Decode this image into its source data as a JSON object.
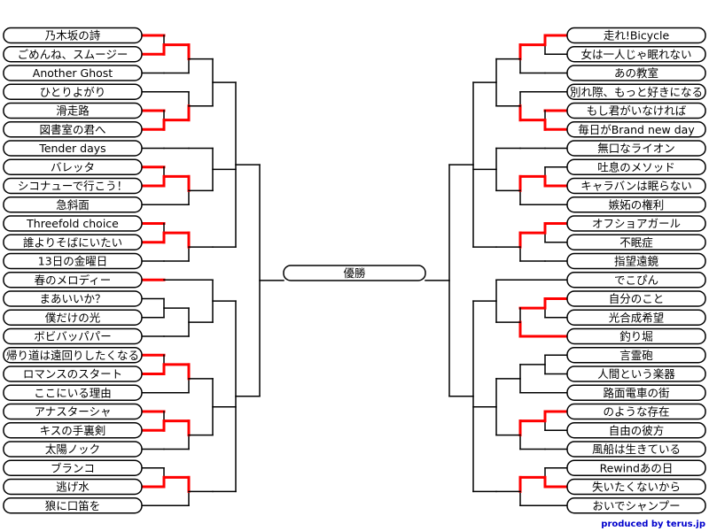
{
  "colors": {
    "winner_line": "#ff0000",
    "line": "#000000",
    "box_border": "#000000",
    "box_fill": "#ffffff",
    "credit": "#0000cc"
  },
  "final_label": "優勝",
  "credit": "produced by terus.jp",
  "left": [
    {
      "name": "乃木坂の詩",
      "win": [
        1
      ]
    },
    {
      "name": "ごめんね、スムージー",
      "win": [
        1,
        2
      ]
    },
    {
      "name": "Another Ghost",
      "win": []
    },
    {
      "name": "ひとりよがり",
      "win": []
    },
    {
      "name": "滑走路",
      "win": [
        1,
        2
      ]
    },
    {
      "name": "図書室の君へ",
      "win": [
        1
      ]
    },
    {
      "name": "Tender days",
      "win": []
    },
    {
      "name": "バレッタ",
      "win": [
        1,
        2
      ]
    },
    {
      "name": "シコナューで行こう！",
      "win": [
        1
      ]
    },
    {
      "name": "急斜面",
      "win": []
    },
    {
      "name": "Threefold choice",
      "win": [
        1
      ]
    },
    {
      "name": "誰よりそばにいたい",
      "win": [
        1,
        2
      ]
    },
    {
      "name": "13日の金曜日",
      "win": []
    },
    {
      "name": "春のメロディー",
      "win": [
        1
      ]
    },
    {
      "name": "まあいいか？",
      "win": []
    },
    {
      "name": "僕だけの光",
      "win": []
    },
    {
      "name": "ボビバッパパー",
      "win": []
    },
    {
      "name": "帰り道は遠回りしたくなる",
      "win": [
        1,
        2
      ]
    },
    {
      "name": "ロマンスのスタート",
      "win": [
        1
      ]
    },
    {
      "name": "ここにいる理由",
      "win": []
    },
    {
      "name": "アナスターシャ",
      "win": [
        1
      ]
    },
    {
      "name": "キスの手裏剣",
      "win": [
        1,
        2
      ]
    },
    {
      "name": "太陽ノック",
      "win": []
    },
    {
      "name": "ブランコ",
      "win": []
    },
    {
      "name": "逃げ水",
      "win": [
        1,
        2
      ]
    },
    {
      "name": "狼に口笛を",
      "win": []
    }
  ],
  "right": [
    {
      "name": "走れ!Bicycle",
      "win": [
        1,
        2
      ]
    },
    {
      "name": "女は一人じゃ眠れない",
      "win": []
    },
    {
      "name": "あの教室",
      "win": []
    },
    {
      "name": "別れ際、もっと好きになる",
      "win": []
    },
    {
      "name": "もし君がいなければ",
      "win": [
        1,
        2
      ]
    },
    {
      "name": "毎日がBrand new day",
      "win": [
        1
      ]
    },
    {
      "name": "無口なライオン",
      "win": []
    },
    {
      "name": "吐息のメソッド",
      "win": []
    },
    {
      "name": "キャラバンは眠らない",
      "win": [
        1,
        2
      ]
    },
    {
      "name": "嫉妬の権利",
      "win": []
    },
    {
      "name": "オフショアガール",
      "win": [
        1,
        2
      ]
    },
    {
      "name": "不眠症",
      "win": []
    },
    {
      "name": "指望遠鏡",
      "win": []
    },
    {
      "name": "でこぴん",
      "win": []
    },
    {
      "name": "自分のこと",
      "win": [
        1,
        2
      ]
    },
    {
      "name": "光合成希望",
      "win": []
    },
    {
      "name": "釣り堀",
      "win": [
        1,
        2
      ]
    },
    {
      "name": "言霊砲",
      "win": []
    },
    {
      "name": "人間という楽器",
      "win": []
    },
    {
      "name": "路面電車の街",
      "win": []
    },
    {
      "name": "のような存在",
      "win": [
        1,
        2
      ]
    },
    {
      "name": "自由の彼方",
      "win": []
    },
    {
      "name": "風船は生きている",
      "win": []
    },
    {
      "name": "Rewindあの日",
      "win": []
    },
    {
      "name": "失いたくないから",
      "win": [
        1,
        2
      ]
    },
    {
      "name": "おいでシャンプー",
      "win": []
    }
  ]
}
